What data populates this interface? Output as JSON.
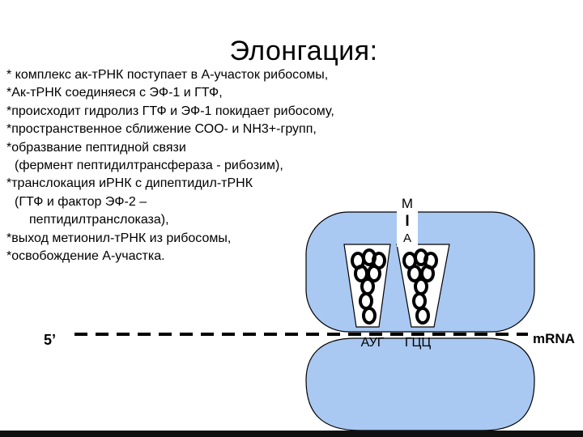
{
  "title": "Элонгация:",
  "steps": [
    "* комплекс ак-тРНК поступает в А-участок рибосомы,",
    "*Ак-тРНК соединяеся с ЭФ-1 и ГТФ,",
    "*происходит гидролиз ГТФ и ЭФ-1 покидает рибосому,",
    "*пространственное сближение СОО- и NH3+-групп,",
    "*образвание пептидной связи",
    "(фермент пептидилтрансфераза - рибозим),",
    "*транслокация  иРНК с дипептидил-тРНК",
    "(ГТФ и фактор ЭФ-2 –",
    "пептидилтранслоказа),",
    "*выход метионил-тРНК из рибосомы,",
    "*освобождение А-участка."
  ],
  "diagram": {
    "mrna_5prime": "5’",
    "mrna_label": "mRNA",
    "codon_left": "АУГ",
    "codon_right": "ГЦЦ",
    "peptide_letters": [
      "М",
      "I",
      "А"
    ],
    "colors": {
      "ribosome_fill": "#a9c8f2",
      "outline": "#000000",
      "trna_fill": "#ffffff",
      "bottom_band": "#111111"
    }
  }
}
